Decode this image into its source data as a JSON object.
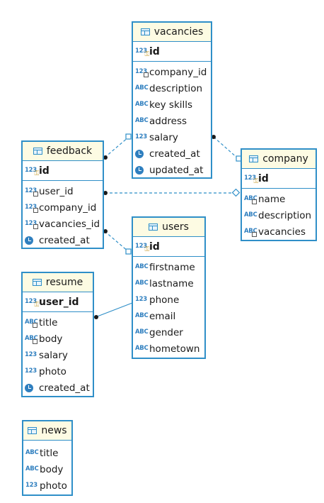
{
  "entities": {
    "vacancies": {
      "name": "vacancies",
      "pk": "id",
      "columns": [
        "company_id",
        "description",
        "key skills",
        "address",
        "salary",
        "created_at",
        "updated_at"
      ]
    },
    "feedback": {
      "name": "feedback",
      "pk": "id",
      "columns": [
        "user_id",
        "company_id",
        "vacancies_id",
        "created_at"
      ]
    },
    "company": {
      "name": "company",
      "pk": "id",
      "columns": [
        "name",
        "description",
        "vacancies"
      ]
    },
    "users": {
      "name": "users",
      "pk": "id",
      "columns": [
        "firstname",
        "lastname",
        "phone",
        "email",
        "gender",
        "hometown"
      ]
    },
    "resume": {
      "name": "resume",
      "pk": "user_id",
      "columns": [
        "title",
        "body",
        "salary",
        "photo",
        "created_at"
      ]
    },
    "news": {
      "name": "news",
      "columns": [
        "title",
        "body",
        "photo"
      ]
    }
  },
  "type_labels": {
    "number": "123",
    "string": "ABC"
  },
  "colors": {
    "border": "#2f8fc8",
    "header_bg": "#fdfbe3",
    "link": "#2f8fc8",
    "icon": "#2f7fbf"
  }
}
